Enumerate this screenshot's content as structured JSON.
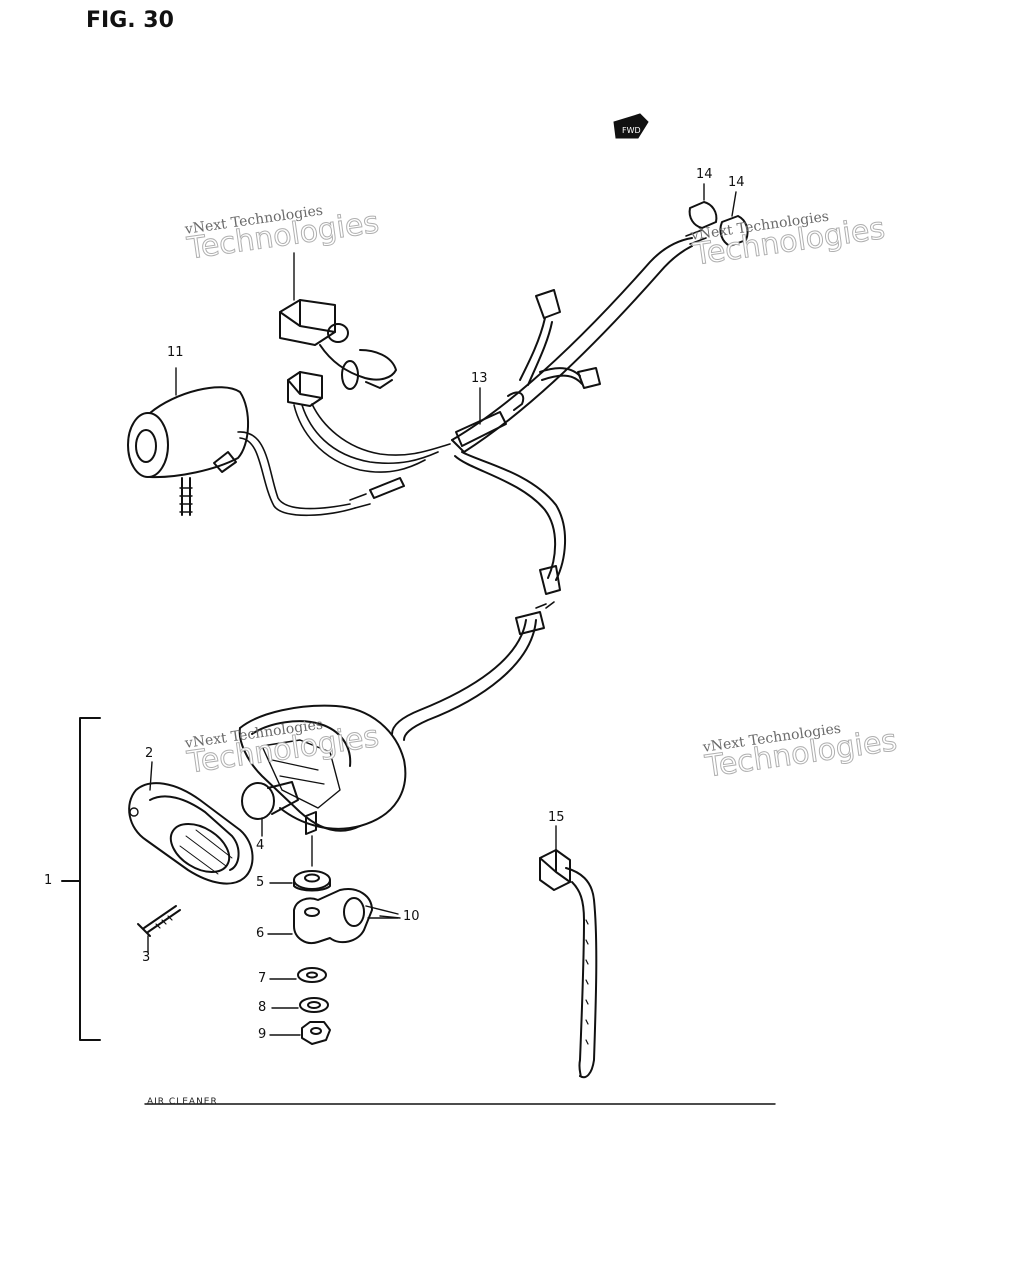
{
  "figure": {
    "title": "FIG. 30",
    "direction_marker": "FWD",
    "footer_caption": "AIR CLEANER"
  },
  "callouts": {
    "c1": "1",
    "c2": "2",
    "c3": "3",
    "c4": "4",
    "c5": "5",
    "c6": "6",
    "c7": "7",
    "c8": "8",
    "c9": "9",
    "c10": "10",
    "c11": "11",
    "c13": "13",
    "c14a": "14",
    "c14b": "14",
    "c15": "15"
  },
  "watermark": {
    "line1": "vNext Technologies",
    "line2": "Technologies"
  }
}
